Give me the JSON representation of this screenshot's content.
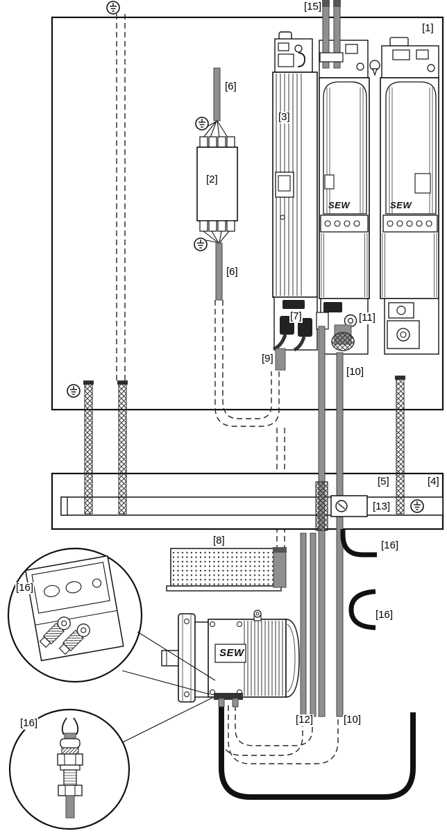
{
  "figure": {
    "brand": "SEW",
    "callout_labels": {
      "l1": "[1]",
      "l2": "[2]",
      "l3": "[3]",
      "l4": "[4]",
      "l5": "[5]",
      "l6": "[6]",
      "l7": "[7]",
      "l8": "[8]",
      "l9": "[9]",
      "l10": "[10]",
      "l11": "[11]",
      "l12": "[12]",
      "l13": "[13]",
      "l15": "[15]",
      "l16": "[16]"
    },
    "colors": {
      "line": "#111111",
      "cable_gray": "#8f8f8f",
      "background": "#ffffff"
    }
  }
}
